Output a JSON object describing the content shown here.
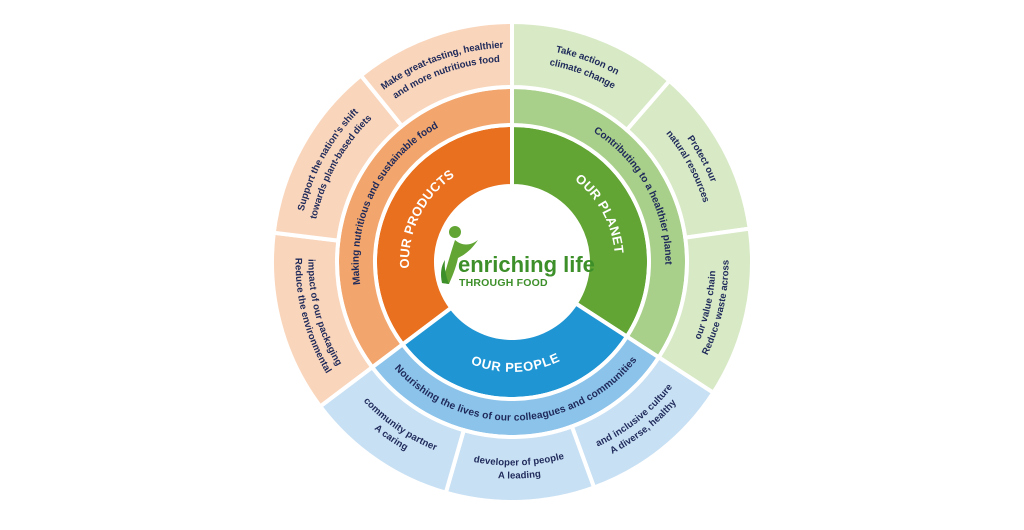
{
  "center": {
    "logo_title": "enriching life",
    "logo_subtitle": "THROUGH FOOD"
  },
  "sectors": [
    {
      "key": "products",
      "label": "OUR PRODUCTS",
      "ambition": "Making nutritious and sustainable food",
      "commitments": [
        [
          "Reduce the environmental",
          "impact of our packaging"
        ],
        [
          "Support the nation's shift",
          "towards plant-based diets"
        ],
        [
          "Make great-tasting, healthier",
          "and more nutritious food"
        ]
      ]
    },
    {
      "key": "planet",
      "label": "OUR PLANET",
      "ambition": "Contributing to a healthier planet",
      "commitments": [
        [
          "Take action on",
          "climate change"
        ],
        [
          "Protect our",
          "natural resources"
        ],
        [
          "Reduce waste across",
          "our value chain"
        ]
      ]
    },
    {
      "key": "people",
      "label": "OUR PEOPLE",
      "ambition": "Nourishing the lives of our colleagues and communities",
      "commitments": [
        [
          "A caring",
          "community partner"
        ],
        [
          "A leading",
          "developer of people"
        ],
        [
          "A diverse, healthy",
          "and inclusive culture"
        ]
      ]
    }
  ],
  "colors": {
    "products_inner": "#e8701e",
    "products_mid": "#f2a66e",
    "products_outer": "#f9d5bb",
    "planet_inner": "#62a534",
    "planet_mid": "#a9d08a",
    "planet_outer": "#d7e9c5",
    "people_inner": "#1f95d3",
    "people_mid": "#8cc3ea",
    "people_outer": "#c8e0f4",
    "text_dark": "#1f2a5a",
    "logo_green": "#3d8f2a"
  }
}
